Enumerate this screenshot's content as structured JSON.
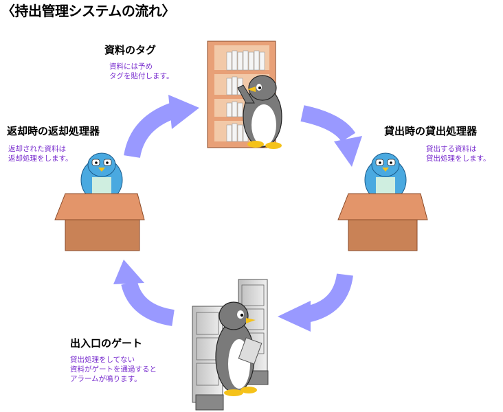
{
  "title": "〈持出管理システムの流れ〉",
  "nodes": {
    "tag": {
      "label": "資料のタグ",
      "desc": [
        "資料には予め",
        "タグを貼付します。"
      ]
    },
    "lend": {
      "label": "貸出時の貸出処理器",
      "desc": [
        "貸出する資料は",
        "貸出処理をします。"
      ]
    },
    "return": {
      "label": "返却時の返却処理器",
      "desc": [
        "返却された資料は",
        "返却処理をします。"
      ]
    },
    "gate": {
      "label": "出入口のゲート",
      "desc": [
        "貸出処理をしてない",
        "資料がゲートを通過すると",
        "アラームが鳴ります。"
      ]
    }
  },
  "colors": {
    "arrow": "#9999ff",
    "desc_text": "#7a2fcf",
    "desk_top": "#e3956a",
    "desk_front": "#c98256",
    "shelf": "#e8a077",
    "penguin_blue": "#4aa9e0",
    "penguin_gray": "#7a7a7a",
    "beak": "#f5c21a"
  }
}
